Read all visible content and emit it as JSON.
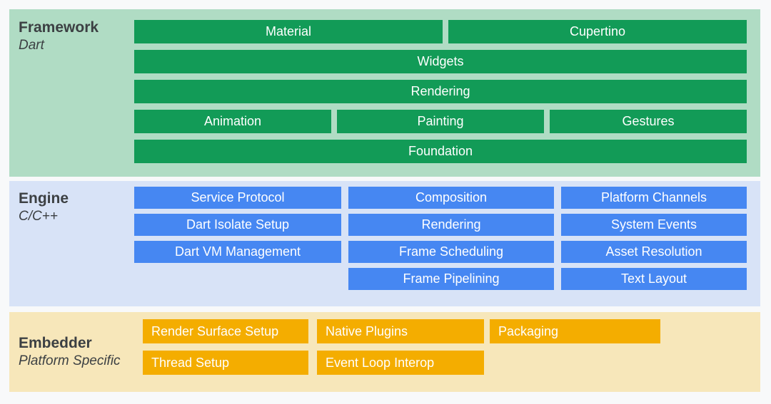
{
  "layers": {
    "framework": {
      "title": "Framework",
      "subtitle": "Dart",
      "rows": [
        {
          "blocks": [
            "Material",
            "Cupertino"
          ]
        },
        {
          "blocks": [
            "Widgets"
          ]
        },
        {
          "blocks": [
            "Rendering"
          ]
        },
        {
          "blocks": [
            "Animation",
            "Painting",
            "Gestures"
          ]
        },
        {
          "blocks": [
            "Foundation"
          ]
        }
      ]
    },
    "engine": {
      "title": "Engine",
      "subtitle": "C/C++",
      "columns": [
        {
          "blocks": [
            "Service Protocol",
            "Dart Isolate Setup",
            "Dart VM Management"
          ]
        },
        {
          "blocks": [
            "Composition",
            "Rendering",
            "Frame Scheduling",
            "Frame Pipelining"
          ]
        },
        {
          "blocks": [
            "Platform Channels",
            "System Events",
            "Asset Resolution",
            "Text Layout"
          ]
        }
      ]
    },
    "embedder": {
      "title": "Embedder",
      "subtitle": "Platform Specific",
      "rows": [
        {
          "blocks": [
            "Render Surface Setup",
            "Native Plugins",
            "Packaging"
          ]
        },
        {
          "blocks": [
            "Thread Setup",
            "Event Loop Interop"
          ]
        }
      ]
    }
  },
  "palette": {
    "page_bg": "#f8f9fa",
    "framework_bg": "#b0dcc4",
    "framework_block": "#129b57",
    "engine_bg": "#d8e3f7",
    "engine_block": "#4687f2",
    "embedder_bg": "#f7e7ba",
    "embedder_block": "#f4ad00",
    "label_text": "#3c4043",
    "block_text": "#ffffff"
  }
}
